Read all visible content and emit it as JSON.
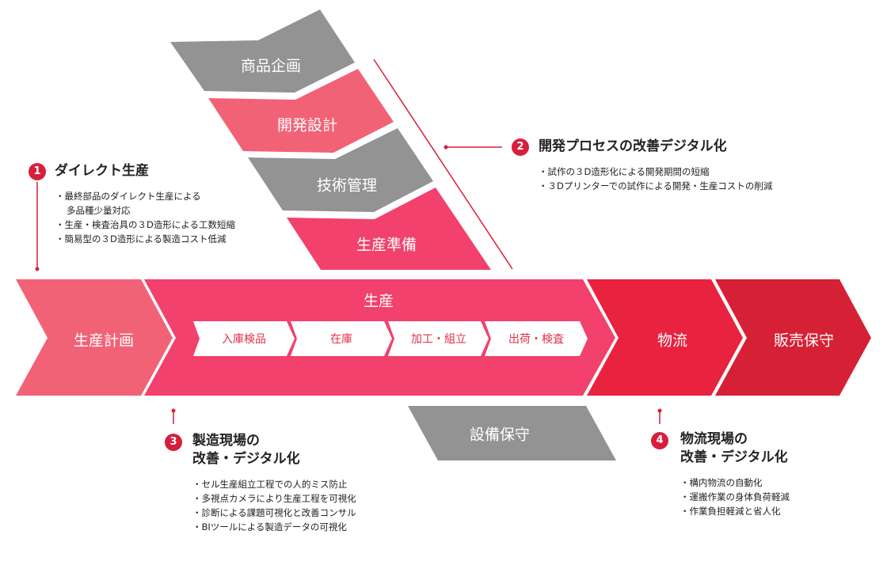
{
  "colors": {
    "gray": "#939393",
    "pink_light": "#f26277",
    "pink": "#f1416c",
    "red": "#e8223f",
    "red_dark": "#d62035",
    "accent": "#d71f3c"
  },
  "top_stages": [
    "商品企画",
    "開発設計",
    "技術管理",
    "生産準備"
  ],
  "main_flow": {
    "planning": "生産計画",
    "production": "生産",
    "production_steps": [
      "入庫検品",
      "在庫",
      "加工・組立",
      "出荷・検査"
    ],
    "logistics": "物流",
    "sales": "販売保守"
  },
  "maintenance": "設備保守",
  "callouts": [
    {
      "number": "1",
      "title": "ダイレクト生産",
      "items": [
        "最終部品のダイレクト生産による",
        "多品種少量対応",
        "生産・検査治具の３D造形による工数短縮",
        "簡易型の３D造形による製造コスト低減"
      ]
    },
    {
      "number": "2",
      "title": "開発プロセスの改善デジタル化",
      "items": [
        "試作の３D造形化による開発期間の短縮",
        "３Dプリンターでの試作による開発・生産コストの削減"
      ]
    },
    {
      "number": "3",
      "title_line1": "製造現場の",
      "title_line2": "改善・デジタル化",
      "items": [
        "セル生産組立工程での人的ミス防止",
        "多視点カメラにより生産工程を可視化",
        "診断による課題可視化と改善コンサル",
        "BIツールによる製造データの可視化"
      ]
    },
    {
      "number": "4",
      "title_line1": "物流現場の",
      "title_line2": "改善・デジタル化",
      "items": [
        "構内物流の自動化",
        "運搬作業の身体負荷軽減",
        "作業負担軽減と省人化"
      ]
    }
  ]
}
